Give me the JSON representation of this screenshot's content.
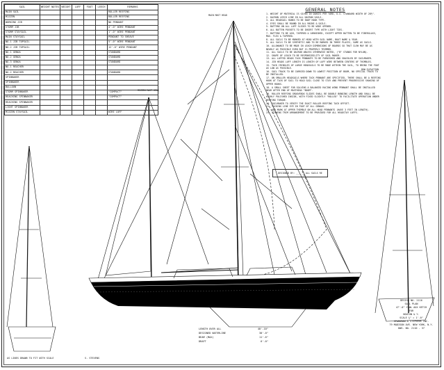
{
  "sail_table": {
    "headers": [
      "SAIL",
      "WEIGHT NOTES",
      "WEIGHT",
      "LUFF",
      "FOOT",
      "LEECH",
      "REMARKS"
    ],
    "rows": [
      [
        "MAIN SAIL",
        "",
        "",
        "",
        "",
        "",
        "ROLLER REEFING"
      ],
      [
        "MIZZEN",
        "",
        "",
        "",
        "",
        "",
        "ROLLER REEFING"
      ],
      [
        "WORKING JIB",
        "",
        "",
        "",
        "",
        "",
        "NO PENDANT"
      ],
      [
        "STORM JIB",
        "",
        "",
        "",
        "",
        "",
        "4'-0\" WIRE PENDANT"
      ],
      [
        "STORM STAYSAIL",
        "",
        "",
        "",
        "",
        "",
        "1'-0\" WIRE PENDANT"
      ],
      [
        "MAIN STAYSAIL",
        "",
        "",
        "",
        "",
        "",
        "PENDANT TO SHEAVE"
      ],
      [
        "NO.1 JIB TOPSAIL",
        "",
        "",
        "",
        "",
        "",
        "5'-0\" WIRE PENDANT"
      ],
      [
        "NO.2 JIB TOPSAIL",
        "",
        "",
        "",
        "",
        "",
        "12'-0\" WIRE PENDANT"
      ],
      [
        "NO.1 GENOA",
        "",
        "",
        "",
        "",
        "",
        "STANDARD"
      ],
      [
        "NO.2 GENOA",
        "",
        "",
        "",
        "",
        "",
        "STANDARD"
      ],
      [
        "NO.3 GENOA",
        "",
        "",
        "",
        "",
        "",
        "STANDARD"
      ],
      [
        "NO.1 REACHER",
        "",
        "",
        "",
        "",
        "",
        ""
      ],
      [
        "NO.2 REACHER",
        "",
        "",
        "",
        "",
        "",
        "STANDARD"
      ],
      [
        "SPINNAKER",
        "",
        "",
        "",
        "",
        "",
        ""
      ],
      [
        "SPINNAKER",
        "",
        "",
        "",
        "",
        "",
        ""
      ],
      [
        "BALLOON",
        "",
        "",
        "",
        "",
        "",
        ""
      ],
      [
        "STORM SPINNAKER",
        "",
        "",
        "",
        "",
        "",
        "\"COMPACT\""
      ],
      [
        "REACHING SPINNAKER",
        "",
        "",
        "",
        "",
        "",
        "\"COMPACT\""
      ],
      [
        "REACHING SPINNAKER",
        "",
        "",
        "",
        "",
        "",
        ""
      ],
      [
        "LIGHT SPINNAKER",
        "",
        "",
        "",
        "",
        "",
        ""
      ],
      [
        "MIZZEN STAYSAIL",
        "",
        "",
        "",
        "",
        "",
        "WIRE LUFF"
      ]
    ]
  },
  "notes": {
    "title": "GENERAL NOTES",
    "items": [
      "1. WEIGHT OF MATERIAL IS GIVEN IN OUNCES PER YARD, U.S. STANDARD WIDTH OF 28½\".",
      "2. DACRON LEECH LINE IN ALL DACRON SAILS.",
      "3. ALL HEADSAIL HANKS TO BE SNAP HOOK TYPE.",
      "4. EYES SHALL BE ROUND IN ALL MAINS & SAILS.",
      "5. BATTENS ON ALL LUFF SLIDES TO BE WIDE OPENED.",
      "6. ALL BATTEN POCKETS TO BE INSERT TYPE WITH LIGHT TIES.",
      "7. BATTENS TO BE ASH, TAPERED & VARNISHED, EXCEPT UPPER BATTEN TO BE FIBERGLASS, MAX. FLEX & TAPERED.",
      "8. ALL SAILS TO BE MARKED AT HEAD WITH SAIL NAME, BOAT NAME & YEAR.",
      "9. ALL SAILS TO BE SYNTHETIC AND TO BE MARKED IN THREE PLACES, SAME AS SAILS.",
      "10. ALLOWANCE TO BE MADE IN LEACH DIMENSIONS OF BOARDS SO THAT CLEW MAY BE AS NEARLY AS POSSIBLE EVEN BUT 1% PROPERLY TRIMMED.",
      "11. ALL SAILS TO BE DACRON UNLESS OTHERWISE NOTED, (\"B\" STANDS FOR NYLON).",
      "12. SHAPE OF LEACH TO BE RESPONSIBILITY OF SAIL MAKER.",
      "13. ALL LUFFED HEADS TACK PENNANTS TO BE FURNISHED AND SHACKLED BY SAILMAKER.",
      "14. JIB HEADS LUFF LENGTH IS LENGTH OF LUFF WIRE BETWEEN CENTERS OF THIMBLES.",
      "15. TACK CRINGLES OF LARGE HEADSAILS TO BE MADE WITHIN THE SAIL, TO BRING THE FOOT AS LOW AS POSSIBLE.",
      "16. SAIL TRACK TO BE CARRIED DOWN TO LOWEST POSITION OF BOOM, NO SPECIAL TRACK TO BE INSTALLED.",
      "17. ON SMALLER HEADSAILS WHERE TACK PENNANT ARE SPECIFIED, THERE SHALL BE A REEFING HOOK AT TACK OF SAIL TO HOLD SAIL CLOSE TO STAY AND PREVENT PROGRESSIVE SHAKING OF UPPER HOOKS.",
      "18. A SMALL SHEET FOR SOLVING A BALANCED RACING WIND PENNANT SHALL BE INSTALLED NEAR AFTER END OF MASTHEAD \"BOOM\".",
      "19. ROLLER REEFING GROOVEBOX SLIDES SHALL BE DOUBLE BONDING LENGTH AND SHALL BE HIGHLY POLISHED INSIDE, WITH FIXED SLIGHTLY \"ROLLED\" TO FACILITATE OPERATION UNDER REEFING TORQUE.",
      "20. SAILMAKER TO VERIFY THE EXACT ROLLER REEFING TACK OFFSET.",
      "21. TACKING LINE EYE IN FOOT OF ALL GENOAS.",
      "22. ADD MARK AT UPPER THIMBLE ON ALL HEAD PENNANTS (HAVE 3 FEET IN LENGTH).",
      "23. STOWING TRIM ARRANGEMENT TO BE PROVIDED FOR ALL HEADSTAY LUFFS."
    ]
  },
  "stamp_text": "DESIGNED BY: ______ ALL SAILS RE",
  "dims": [
    {
      "label": "LENGTH OVER ALL",
      "value": "40'-10\""
    },
    {
      "label": "DESIGNED WATERLINE",
      "value": "30'-0\""
    },
    {
      "label": "BEAM (MAX)",
      "value": "11'-6\""
    },
    {
      "label": "DRAFT",
      "value": "6'-0\""
    }
  ],
  "title_block": {
    "lines": [
      "DESIGN NO. 2116",
      "SAIL PLAN",
      "47'-0\" YAWL AUX KETCH",
      "FOR",
      "NOUTON & Y.",
      "SCALE ¼\" = 1'-0\"",
      "SPARKMAN & STEPHENS INC.",
      "79 MADISON AVE.  NEW YORK, N.Y.",
      "DWG. NO. 2110 - 37"
    ]
  },
  "bottom_left_text": "AS LINES DRAWN TO FIT WITH SCALE",
  "bottom_mid_text": "S. STEVENS",
  "labels": {
    "main_mast_head": "MAIN MAST HEAD",
    "mizzen_mast_head": "MIZZEN MAST HEAD",
    "bow_label": "BOW ELEVATION"
  },
  "colors": {
    "ink": "#111111",
    "paper": "#ffffff",
    "hull": "#000000"
  }
}
